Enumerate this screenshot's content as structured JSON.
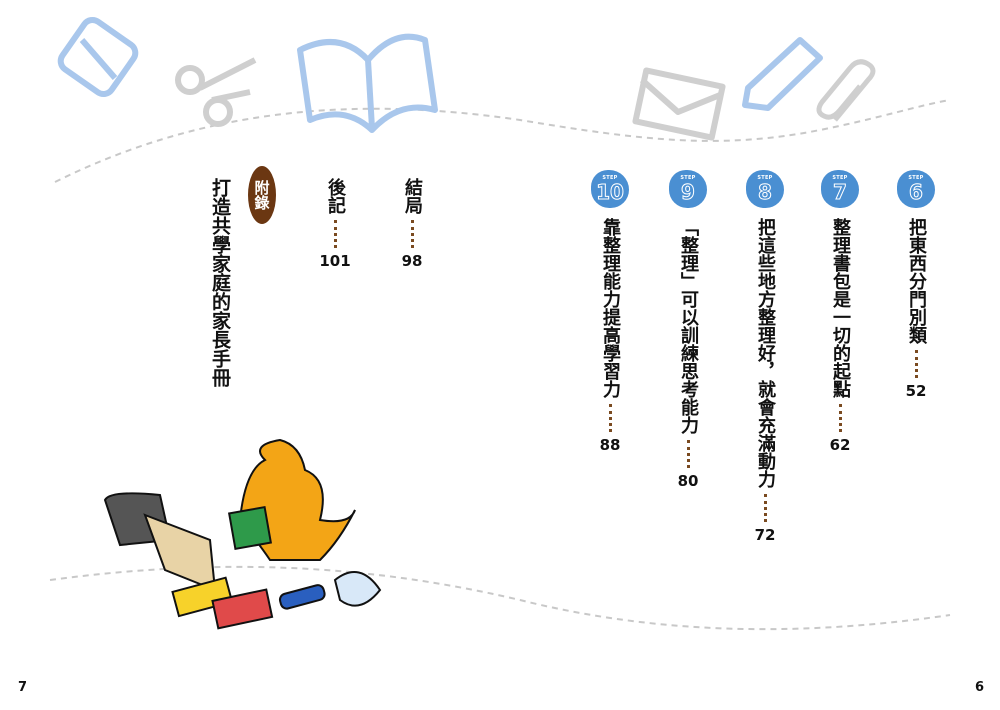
{
  "steps": [
    {
      "label": "STEP",
      "number": "6",
      "title": "把東西分門別類",
      "page": "52"
    },
    {
      "label": "STEP",
      "number": "7",
      "title": "整理書包是一切的起點",
      "page": "62"
    },
    {
      "label": "STEP",
      "number": "8",
      "title": "把這些地方整理好，就會充滿動力",
      "page": "72"
    },
    {
      "label": "STEP",
      "number": "9",
      "title": "「整理」可以訓練思考能力",
      "page": "80"
    },
    {
      "label": "STEP",
      "number": "10",
      "title": "靠整理能力提高學習力",
      "page": "88"
    }
  ],
  "ending": {
    "title": "結局",
    "page": "98"
  },
  "afterword": {
    "title": "後記",
    "page": "101"
  },
  "appendix": {
    "badge": "附錄",
    "title": "打造共學家庭的家長手冊"
  },
  "folios": {
    "left": "7",
    "right": "6"
  },
  "colors": {
    "step_badge": "#4a8fd2",
    "appendix_badge": "#6b3712",
    "dots": "#7a4a20"
  }
}
